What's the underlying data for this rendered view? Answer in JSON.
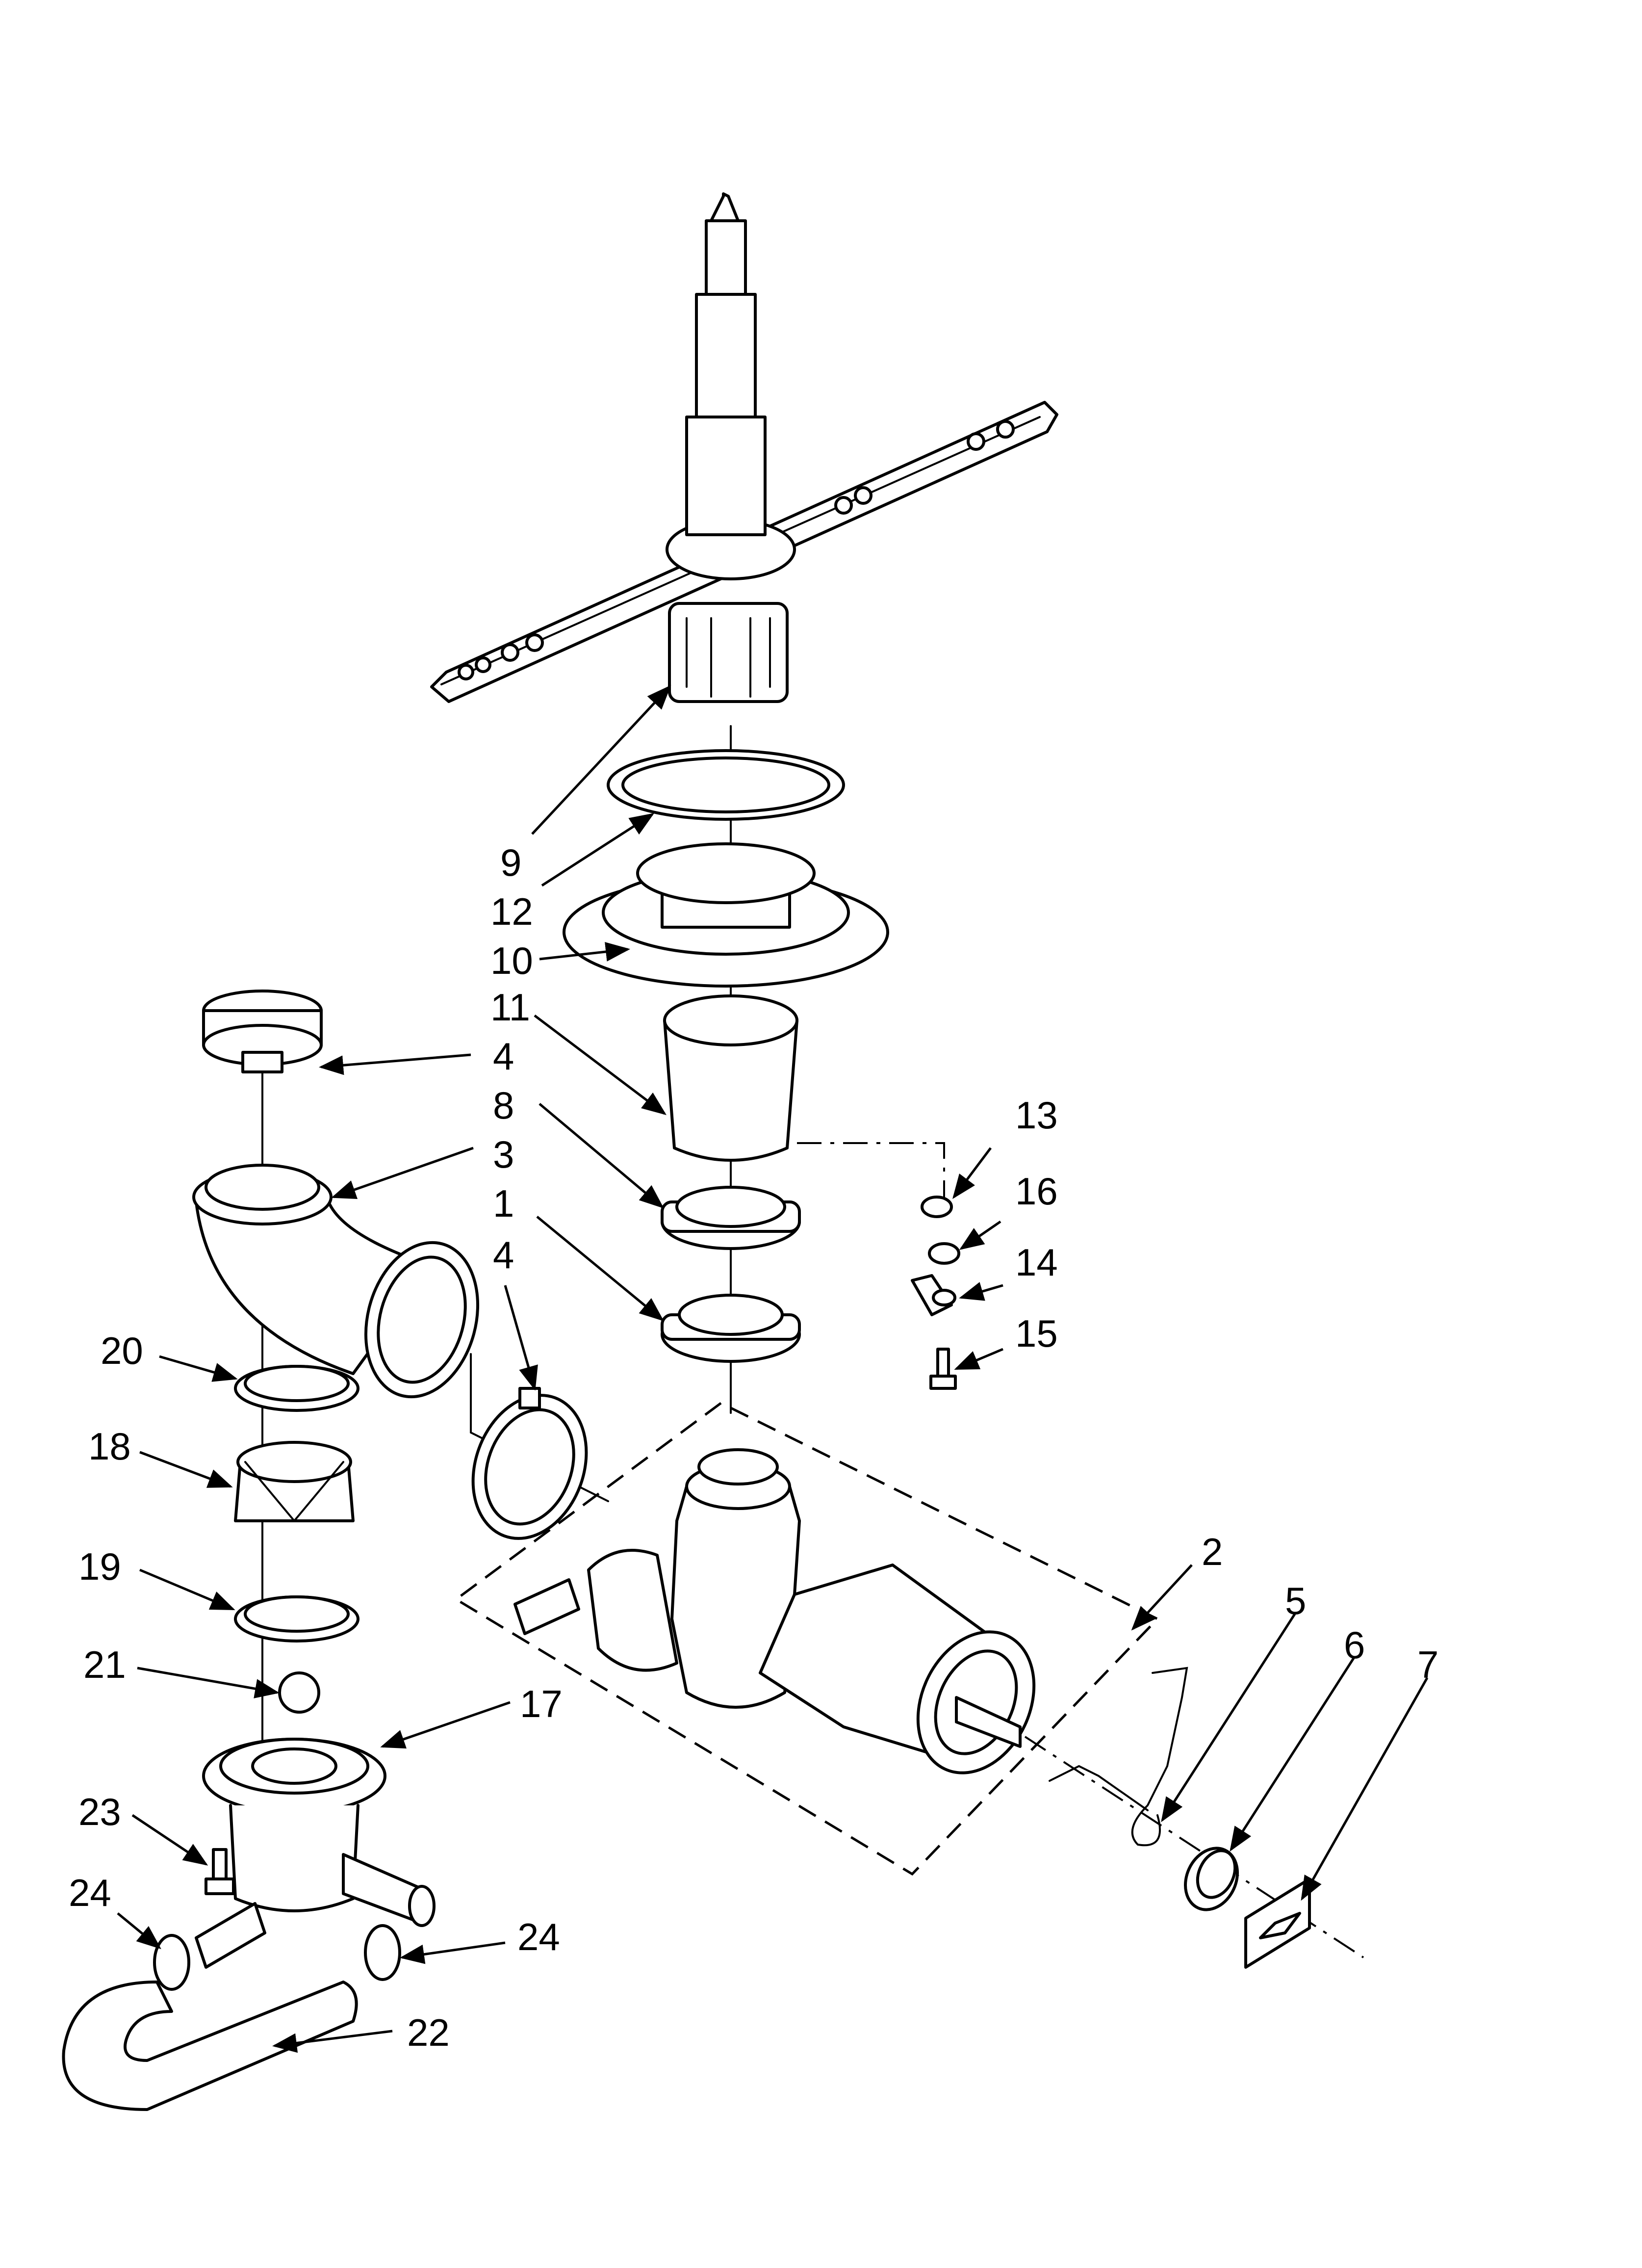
{
  "callouts": {
    "c9": "9",
    "c12": "12",
    "c10": "10",
    "c11": "11",
    "c4a": "4",
    "c8": "8",
    "c3": "3",
    "c1": "1",
    "c4b": "4",
    "c13": "13",
    "c16": "16",
    "c14": "14",
    "c15": "15",
    "c20": "20",
    "c18": "18",
    "c19": "19",
    "c21": "21",
    "c2": "2",
    "c5": "5",
    "c6": "6",
    "c7": "7",
    "c17": "17",
    "c23": "23",
    "c24a": "24",
    "c24b": "24",
    "c22": "22"
  }
}
